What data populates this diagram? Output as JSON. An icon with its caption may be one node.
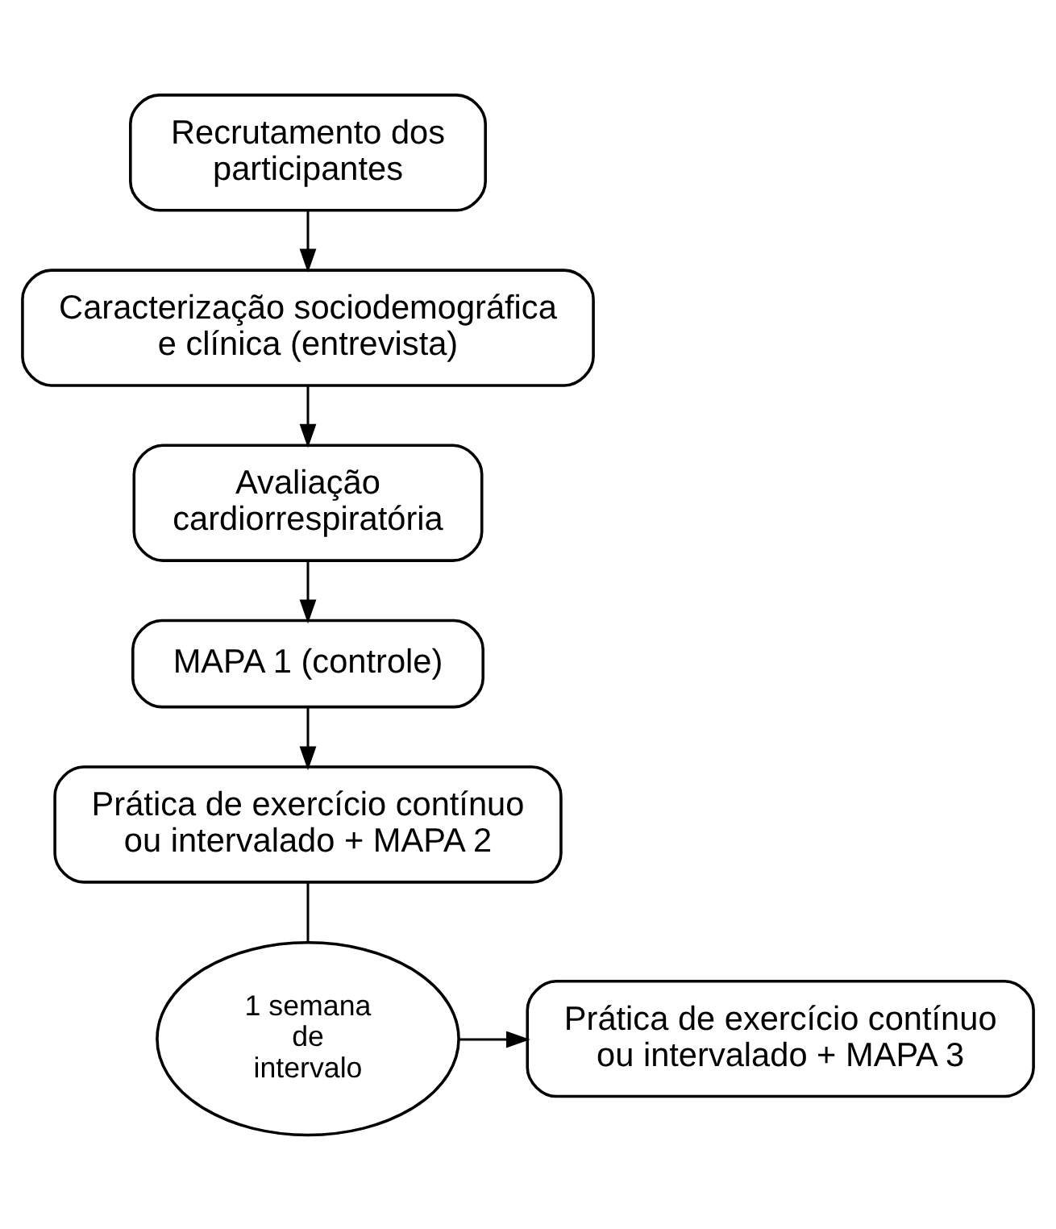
{
  "diagram": {
    "nodes": [
      {
        "text": [
          "Recrutamento dos participantes"
        ]
      },
      {
        "text": [
          "Caracterização sociodemográfica e clínica (entrevista)"
        ]
      },
      {
        "text": [
          "Avaliação cardiorrespiratória"
        ]
      },
      {
        "text": [
          "MAPA 1 (controle)"
        ]
      },
      {
        "text": [
          "Prática de exercício contínuo ou intervalado + MAPA 2"
        ]
      },
      {
        "text": [
          "1 semana de intervalo"
        ]
      },
      {
        "text": [
          "Prática de exercício contínuo ou intervalado + MAPA 3"
        ]
      }
    ],
    "edges": [
      {
        "from": 0,
        "to": 1,
        "arrow": "to"
      },
      {
        "from": 1,
        "to": 2,
        "arrow": "to"
      },
      {
        "from": 2,
        "to": 3,
        "arrow": "to"
      },
      {
        "from": 3,
        "to": 4,
        "arrow": "to"
      },
      {
        "from": 4,
        "to": 5,
        "arrow": "none"
      },
      {
        "from": 5,
        "to": 6,
        "arrow": "to"
      }
    ]
  }
}
